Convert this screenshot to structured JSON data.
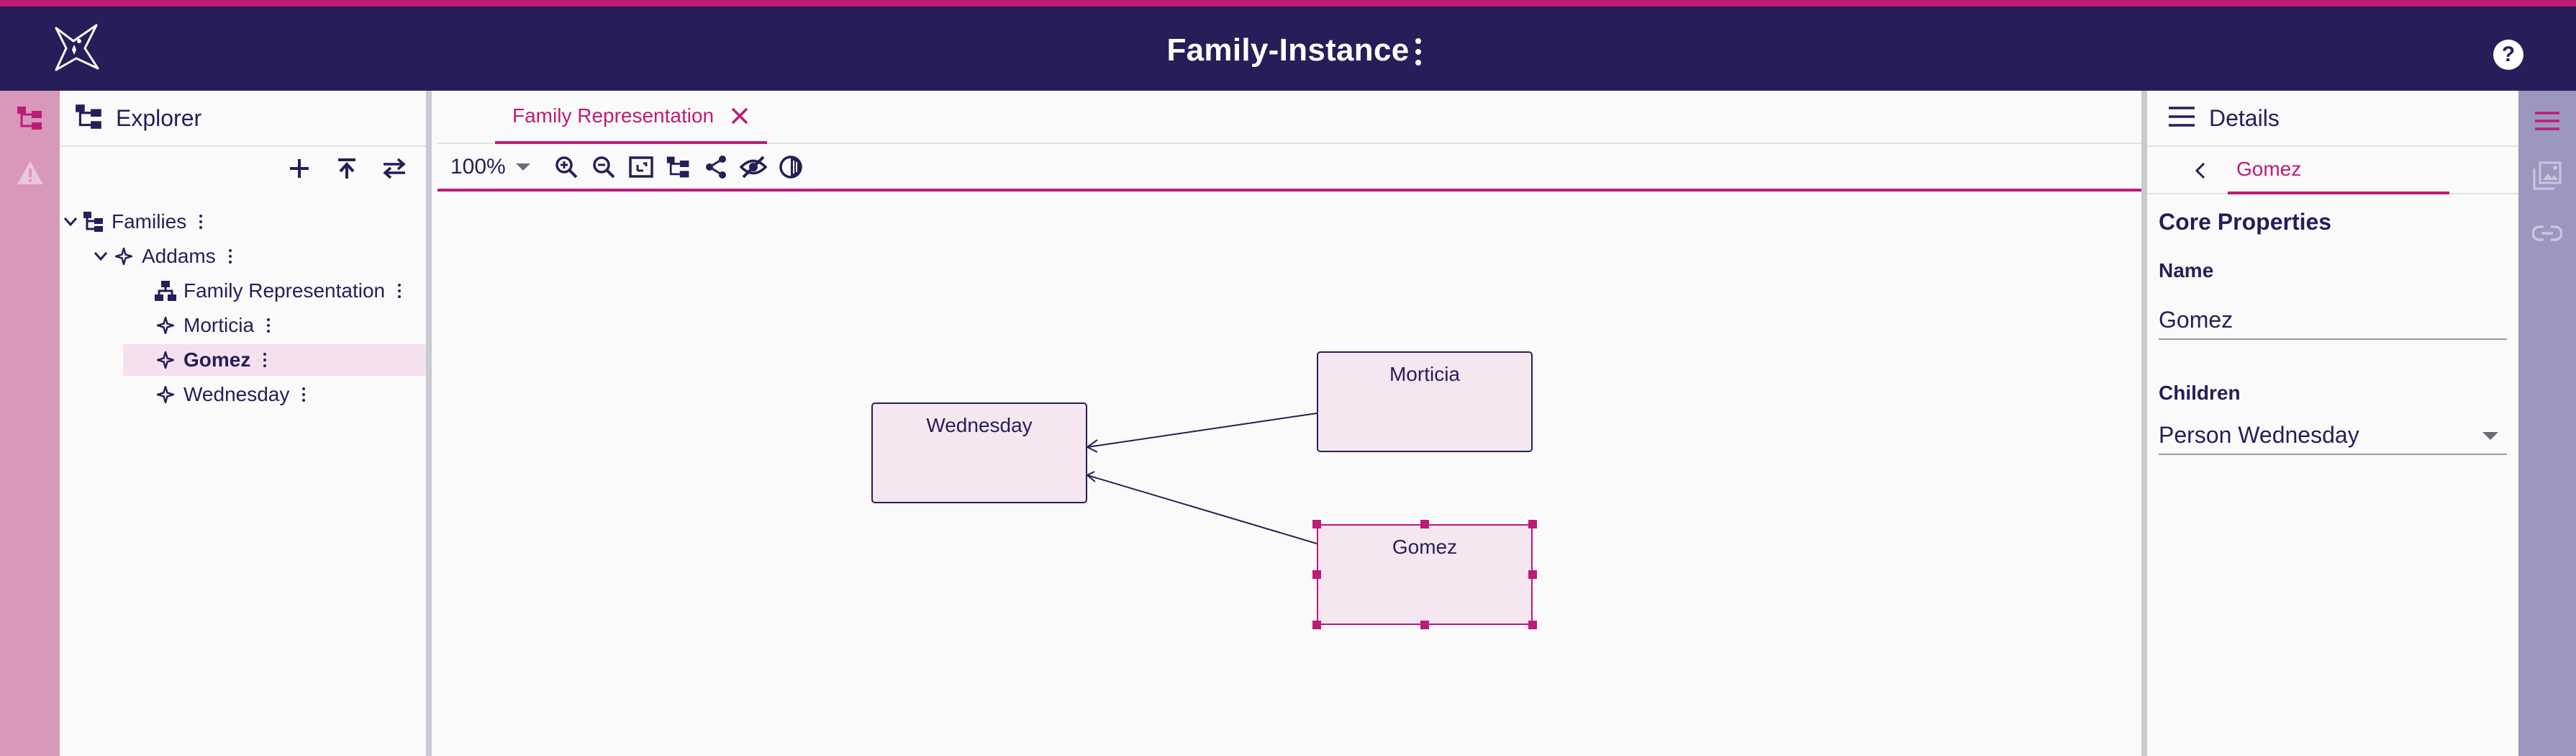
{
  "app": {
    "title": "Family-Instance",
    "accent_color": "#be1a78",
    "navbar_color": "#261e58"
  },
  "left_rail": {
    "items": [
      {
        "icon": "explorer-icon",
        "active": true
      },
      {
        "icon": "warning-icon",
        "active": false
      }
    ]
  },
  "explorer": {
    "title": "Explorer",
    "toolbar": [
      "add-icon",
      "upload-icon",
      "swap-icon"
    ],
    "tree": [
      {
        "label": "Families",
        "icon": "tree-icon",
        "expanded": true,
        "level": 0
      },
      {
        "label": "Addams",
        "icon": "sparkle-icon",
        "expanded": true,
        "level": 1
      },
      {
        "label": "Family Representation",
        "icon": "diagram-icon",
        "level": 2
      },
      {
        "label": "Morticia",
        "icon": "sparkle-icon",
        "level": 2
      },
      {
        "label": "Gomez",
        "icon": "sparkle-icon",
        "level": 2,
        "selected": true
      },
      {
        "label": "Wednesday",
        "icon": "sparkle-icon",
        "level": 2
      }
    ]
  },
  "editor": {
    "tab_label": "Family Representation",
    "zoom_level": "100%",
    "toolbar": [
      "zoom-in-icon",
      "zoom-out-icon",
      "fit-to-screen-icon",
      "arrange-icon",
      "share-icon",
      "hide-icon",
      "contrast-icon"
    ],
    "nodes": {
      "wednesday": "Wednesday",
      "morticia": "Morticia",
      "gomez": "Gomez"
    }
  },
  "details": {
    "title": "Details",
    "selected_tab": "Gomez",
    "section": "Core Properties",
    "name_label": "Name",
    "name_value": "Gomez",
    "children_label": "Children",
    "children_value": "Person Wednesday"
  },
  "right_rail": {
    "items": [
      "details-icon",
      "representations-icon",
      "link-icon"
    ]
  }
}
